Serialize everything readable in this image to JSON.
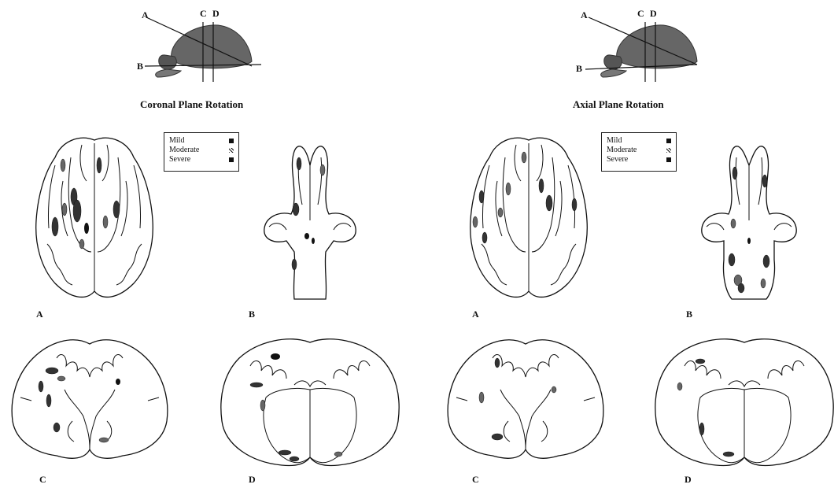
{
  "panels": [
    {
      "title": "Coronal Plane Rotation",
      "diagram_labels": {
        "a": "A",
        "b": "B",
        "c": "C",
        "d": "D"
      },
      "section_labels": {
        "a": "A",
        "b": "B",
        "c": "C",
        "d": "D"
      }
    },
    {
      "title": "Axial Plane Rotation",
      "diagram_labels": {
        "a": "A",
        "b": "B",
        "c": "C",
        "d": "D"
      },
      "section_labels": {
        "a": "A",
        "b": "B",
        "c": "C",
        "d": "D"
      }
    }
  ],
  "legend": {
    "items": [
      {
        "label": "Mild",
        "swatch": "solid"
      },
      {
        "label": "Moderate",
        "swatch": "hatched"
      },
      {
        "label": "Severe",
        "swatch": "solid"
      }
    ]
  },
  "colors": {
    "ink": "#111111",
    "background": "#ffffff",
    "brain_photo": "#555555"
  }
}
